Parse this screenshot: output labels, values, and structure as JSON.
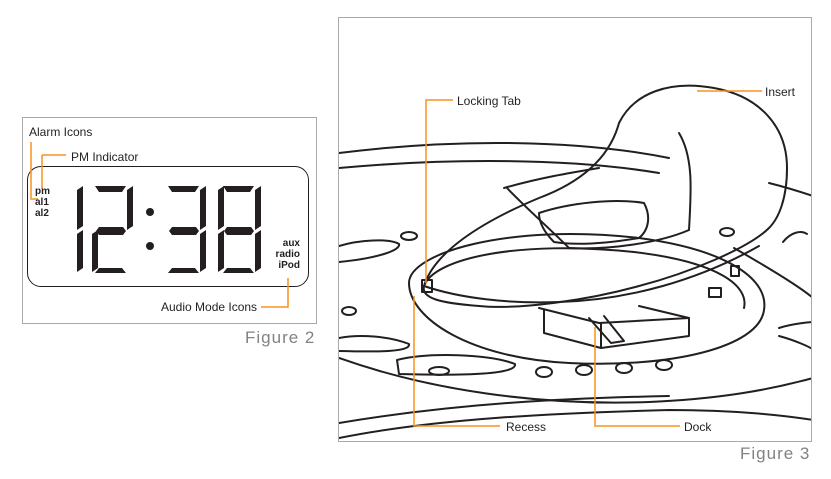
{
  "figure2": {
    "caption": "Figure 2",
    "time_display": "12:38",
    "labels": {
      "alarm_icons": "Alarm Icons",
      "pm_indicator": "PM Indicator",
      "audio_mode_icons": "Audio Mode Icons"
    },
    "indicators": {
      "pm": "pm",
      "al1": "al1",
      "al2": "al2"
    },
    "audio_modes": [
      "aux",
      "radio",
      "iPod"
    ]
  },
  "figure3": {
    "caption": "Figure 3",
    "labels": {
      "locking_tab": "Locking Tab",
      "insert": "Insert",
      "recess": "Recess",
      "dock": "Dock"
    }
  },
  "colors": {
    "leader_line": "#f7941d",
    "frame_border": "#a7a9ac",
    "ink": "#231f20",
    "caption": "#808285"
  }
}
